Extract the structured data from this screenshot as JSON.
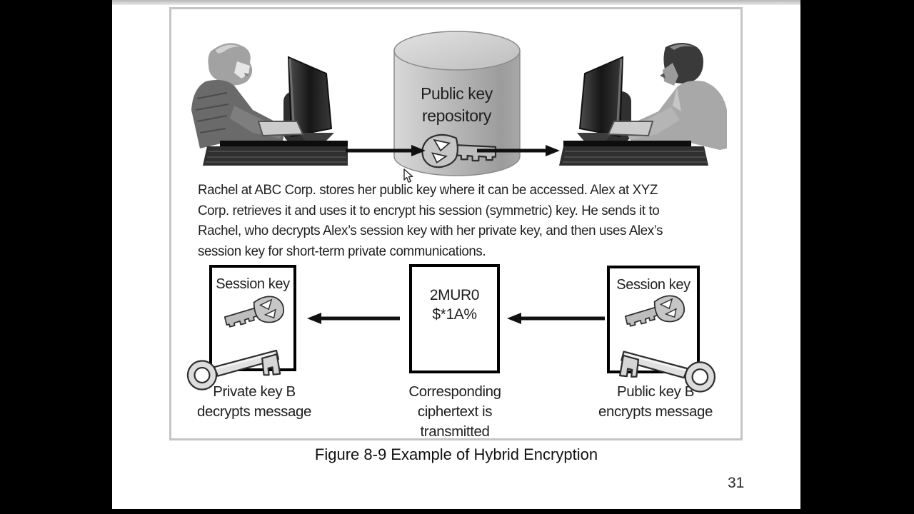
{
  "figure": {
    "repository": {
      "line1": "Public key",
      "line2": "repository"
    },
    "description": {
      "line1": "Rachel at ABC Corp. stores her public key where it can be accessed. Alex at XYZ",
      "line2": "Corp. retrieves it and uses it to encrypt his session (symmetric) key. He sends it to",
      "line3": "Rachel, who decrypts Alex’s session key with her private key, and then uses Alex’s",
      "line4": "session key for short-term private communications."
    },
    "left_box": {
      "title": "Session key",
      "label_line1": "Private key B",
      "label_line2": "decrypts message"
    },
    "middle_box": {
      "cipher_line1": "2MUR0",
      "cipher_line2": "$*1A%",
      "label_line1": "Corresponding",
      "label_line2": "ciphertext is transmitted"
    },
    "right_box": {
      "title": "Session key",
      "label_line1": "Public key B",
      "label_line2": "encrypts message"
    }
  },
  "caption": "Figure 8-9 Example of Hybrid Encryption",
  "page_number": "31",
  "icons": {
    "modern_key": "key-icon",
    "skeleton_key": "skeleton-key-icon",
    "repository": "database-cylinder-icon",
    "arrows": "arrow-icon",
    "cursor": "mouse-cursor-icon"
  },
  "colors": {
    "background": "#000000",
    "slide_background": "#ffffff",
    "figure_border": "#c5c5c5",
    "box_border": "#000000",
    "text": "#1f1f1f",
    "arrow": "#101010",
    "cylinder": "#b3b3b3"
  }
}
